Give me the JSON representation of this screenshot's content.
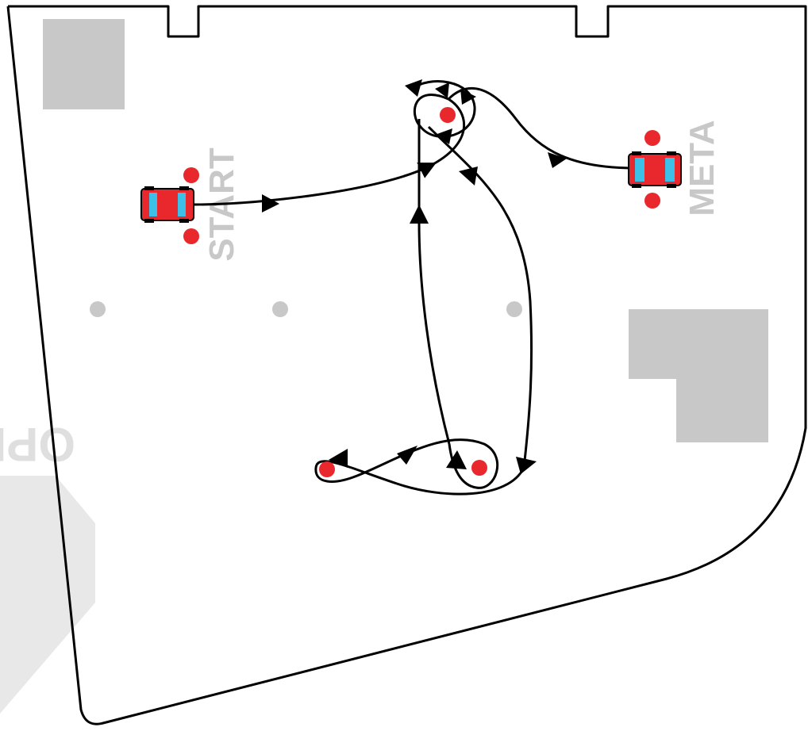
{
  "labels": {
    "start": "START",
    "finish": "META",
    "watermark": "OPI"
  },
  "colors": {
    "background": "#ffffff",
    "line": "#000000",
    "grey_marking": "#c8c8c8",
    "cone": "#e8282c",
    "car_body": "#e8282c",
    "car_window": "#3cc0e8"
  },
  "icons": {
    "start_car": "car-icon",
    "finish_car": "car-icon",
    "cones": "cone-icon",
    "arrows": "arrowhead-icon"
  }
}
